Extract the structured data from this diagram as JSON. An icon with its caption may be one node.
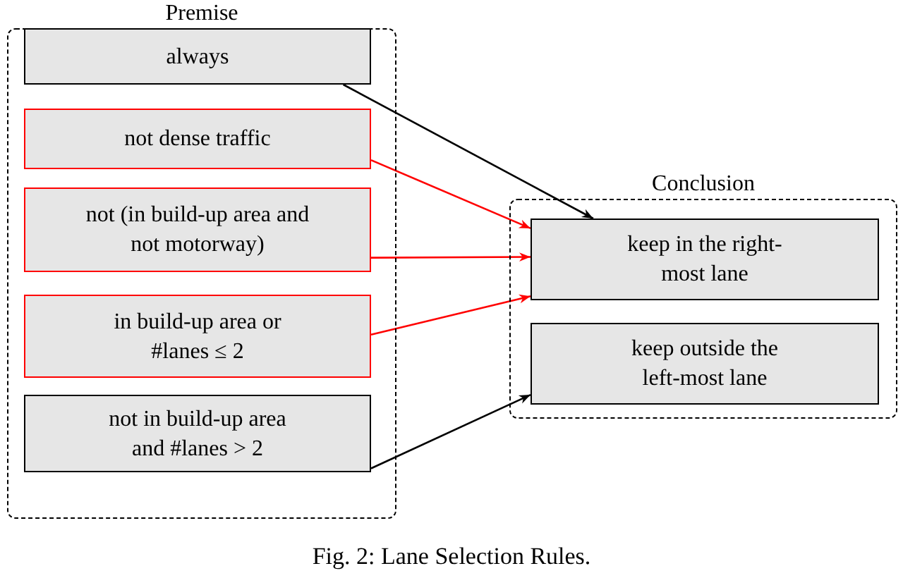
{
  "diagram": {
    "caption": "Fig. 2: Lane Selection Rules.",
    "nodes": [
      {
        "text": [
          "Premise"
        ]
      },
      {
        "text": [
          "always"
        ],
        "in": 0
      },
      {
        "text": [
          "not dense traffic"
        ],
        "in": 0
      },
      {
        "text": [
          "not (in build-up area and not motorway)"
        ],
        "in": 0
      },
      {
        "text": [
          "in build-up area or #lanes ≤ 2"
        ],
        "in": 0
      },
      {
        "text": [
          "not in build-up area and #lanes > 2"
        ],
        "in": 0
      },
      {
        "text": [
          "Conclusion"
        ]
      },
      {
        "text": [
          "keep in the right-most lane"
        ],
        "in": 6
      },
      {
        "text": [
          "keep outside the left-most lane"
        ],
        "in": 6
      }
    ],
    "edges": [
      {
        "from": 1,
        "to": 7,
        "arrow": "to",
        "color": "#000000"
      },
      {
        "from": 2,
        "to": 7,
        "arrow": "to"
      },
      {
        "from": 3,
        "to": 7,
        "arrow": "to"
      },
      {
        "from": 4,
        "to": 7,
        "arrow": "to"
      },
      {
        "from": 5,
        "to": 8,
        "arrow": "to",
        "color": "#000000"
      }
    ]
  }
}
